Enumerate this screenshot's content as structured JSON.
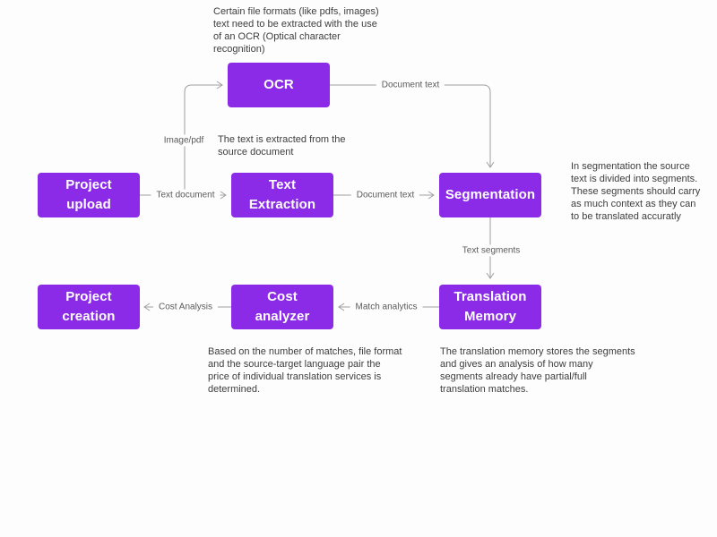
{
  "page": {
    "background": "#fdfdfd"
  },
  "diagram": {
    "colors": {
      "node_fill": "#8b2be8",
      "node_text": "#ffffff",
      "connector": "#a0a0a0",
      "edge_label_text": "#5a5a5a",
      "annotation_text": "#3d3d3d"
    },
    "nodes": {
      "ocr": {
        "label": "OCR"
      },
      "project_upload": {
        "label": "Project upload"
      },
      "text_extraction": {
        "label": "Text Extraction"
      },
      "segmentation": {
        "label": "Segmentation"
      },
      "project_creation": {
        "label": "Project creation"
      },
      "cost_analyzer": {
        "label": "Cost analyzer"
      },
      "translation_memory": {
        "label": "Translation Memory"
      }
    },
    "edge_labels": {
      "image_pdf": "Image/pdf",
      "text_document": "Text document",
      "document_text_mid": "Document text",
      "document_text_top": "Document text",
      "text_segments": "Text segments",
      "match_analytics": "Match analytics",
      "cost_analysis": "Cost Analysis"
    },
    "annotations": {
      "ocr_note": [
        "Certain file formats (like pdfs, images)",
        "text need to be extracted with the use",
        "of an OCR (Optical character",
        "recognition)"
      ],
      "extraction_note": [
        "The text is extracted from the",
        "source document"
      ],
      "segmentation_note": [
        "In segmentation the source",
        "text is divided into segments.",
        "These segments should carry",
        "as much context as they can",
        "to be translated accuratly"
      ],
      "cost_note": [
        "Based on the number of matches, file format",
        "and the source-target language pair the",
        "price of individual translation services is",
        "determined."
      ],
      "tm_note": [
        "The translation memory stores the segments",
        "and gives an analysis of how many",
        "segments already have partial/full",
        "translation matches."
      ]
    }
  }
}
